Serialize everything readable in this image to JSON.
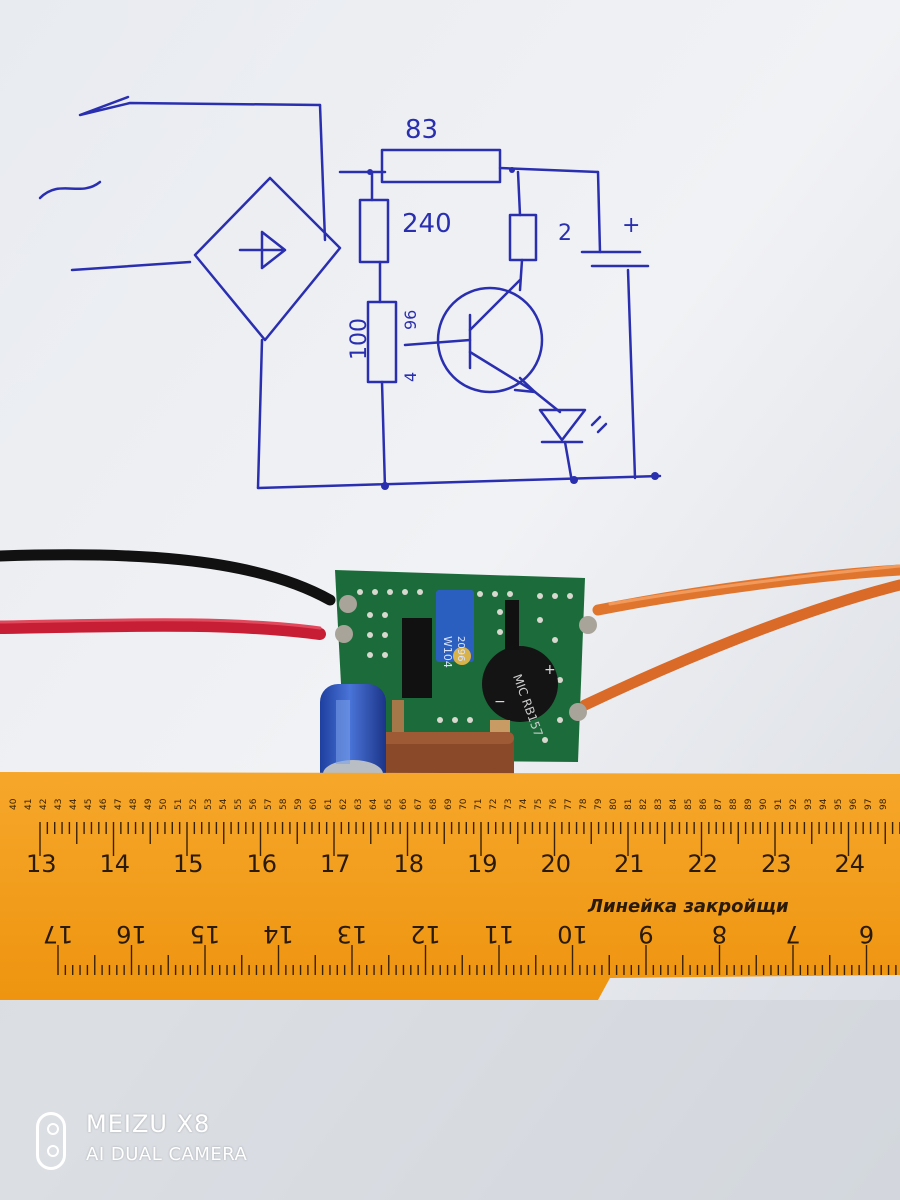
{
  "photo": {
    "background_color": "#dfe3ea",
    "ink_color": "#2a2fb0",
    "ruler_color": "#f29a1a"
  },
  "schematic": {
    "label_r_top": "83",
    "label_r_left": "240",
    "label_r_right": "2",
    "label_r_bottom": "100",
    "label_pot_top": "96",
    "label_pot_bottom": "4",
    "label_cap_plus": "+",
    "label_ac": "~"
  },
  "board": {
    "pot_marking": "W104",
    "pot_code": "2096",
    "bridge_marking": "MIC RB157",
    "bridge_plus": "+",
    "bridge_minus": "−"
  },
  "ruler": {
    "top_scale": [
      "13",
      "14",
      "15",
      "16",
      "17",
      "18",
      "19",
      "20",
      "21",
      "22",
      "23",
      "24"
    ],
    "bottom_scale": [
      "17",
      "16",
      "15",
      "14",
      "13",
      "12",
      "11",
      "10",
      "9",
      "8",
      "7",
      "6"
    ],
    "small_top": [
      "40",
      "41",
      "42",
      "43",
      "44",
      "45",
      "46",
      "47",
      "48",
      "49",
      "50",
      "51",
      "52",
      "53",
      "54",
      "55",
      "56",
      "57",
      "58",
      "59",
      "60",
      "61",
      "62",
      "63",
      "64",
      "65",
      "66",
      "67",
      "68",
      "69",
      "70",
      "71",
      "72",
      "73",
      "74",
      "75",
      "76",
      "77",
      "78",
      "79",
      "80",
      "81",
      "82",
      "83",
      "84",
      "85",
      "86",
      "87",
      "88",
      "89",
      "90",
      "91",
      "92",
      "93",
      "94",
      "95",
      "96",
      "97",
      "98"
    ],
    "brand_text": "Линейка   закройщи"
  },
  "watermark": {
    "brand": "MEIZU X8",
    "subtitle": "AI DUAL CAMERA"
  }
}
